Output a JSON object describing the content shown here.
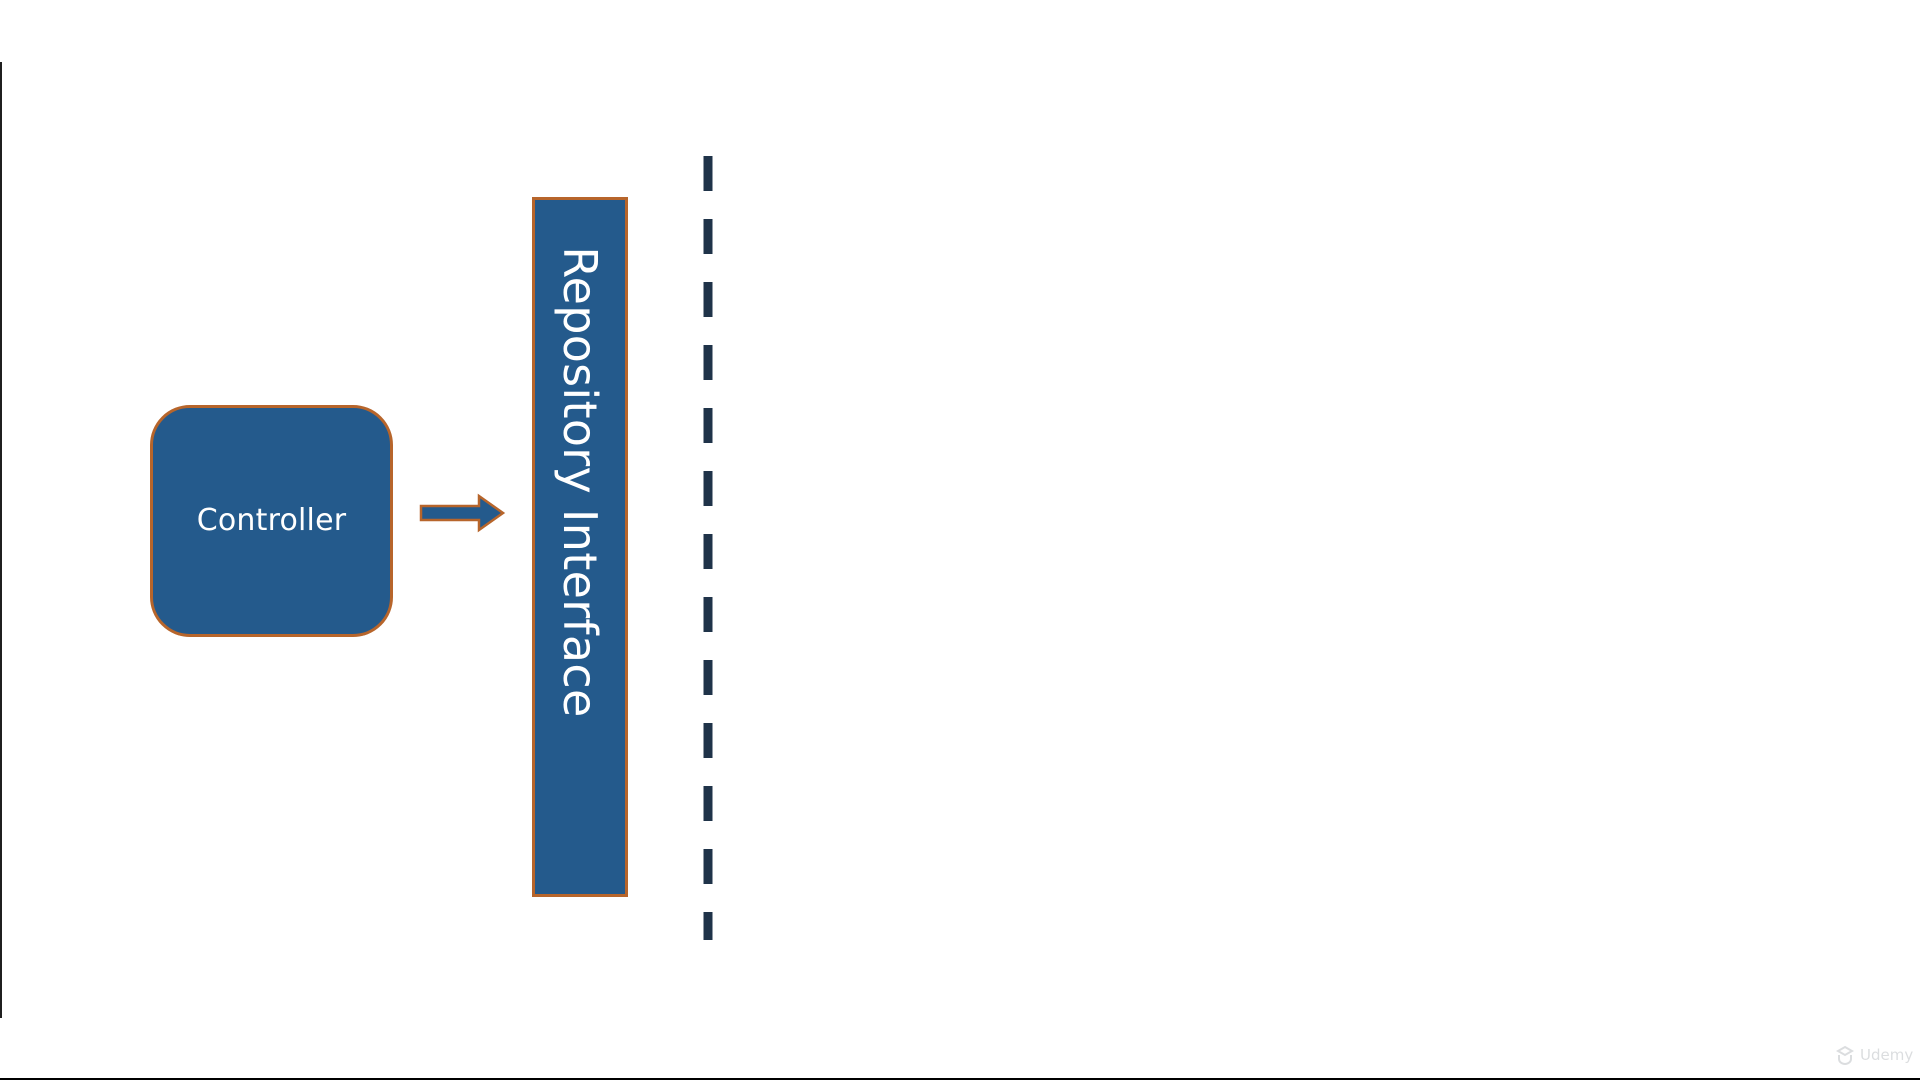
{
  "diagram": {
    "controller": {
      "label": "Controller"
    },
    "repository": {
      "label": "Repository Interface"
    },
    "connector": {
      "from": "Controller",
      "to": "Repository Interface",
      "icon": "arrow-right-icon"
    },
    "separator": {
      "style": "dashed",
      "icon": "dashed-separator"
    }
  },
  "watermark": {
    "text": "Udemy",
    "icon": "udemy-logo-icon"
  },
  "colors": {
    "box_fill": "#245a8c",
    "box_border": "#b7652b",
    "dash": "#1f3349",
    "background": "#ffffff",
    "text": "#ffffff"
  }
}
